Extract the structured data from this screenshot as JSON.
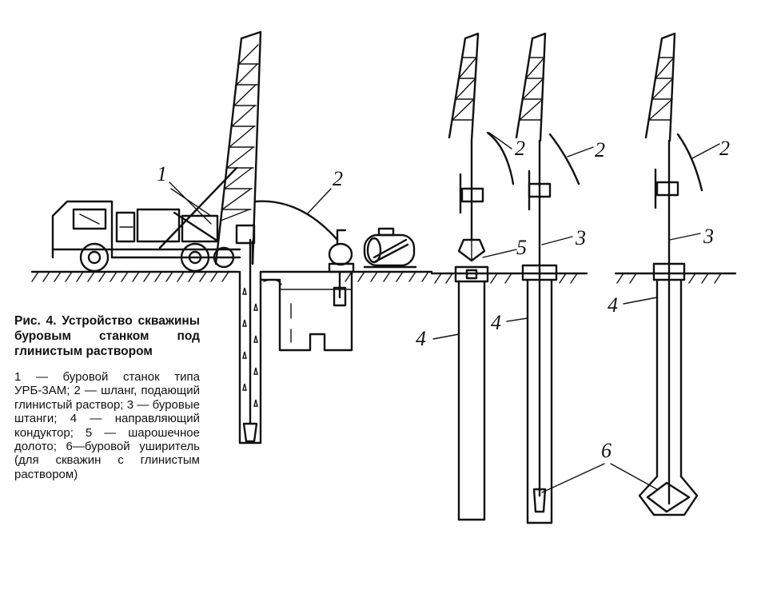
{
  "figure": {
    "caption_title": "Рис. 4. Устройство скважины буровым станком под глинистым раствором",
    "caption_legend": "1 — буровой станок типа УРБ-3АМ; 2 — шланг, подающий глинистый раствор; 3 — буровые штанги; 4 — направляющий кондуктор; 5 — шарошечное долото; 6—буровой уширитель (для скважин с глинистым раствором)",
    "callouts": {
      "rig": "1",
      "hose_main": "2",
      "hose_b": "2",
      "hose_c": "2",
      "hose_d": "2",
      "rods_c": "3",
      "rods_d": "3",
      "conductor_b": "4",
      "conductor_c": "4",
      "conductor_d": "4",
      "bit": "5",
      "reamer": "6"
    }
  }
}
